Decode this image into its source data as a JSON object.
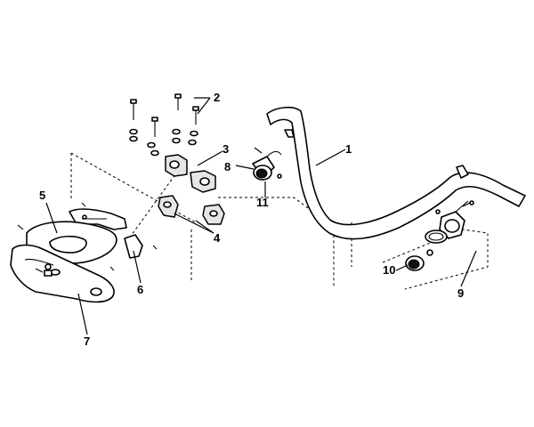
{
  "callouts": {
    "c1": "1",
    "c2": "2",
    "c3": "3",
    "c4": "4",
    "c5": "5",
    "c6": "6",
    "c7": "7",
    "c8": "8",
    "c9": "9",
    "c10": "10",
    "c11": "11"
  },
  "colors": {
    "line": "#000000",
    "background": "#ffffff",
    "shade": "#e6e6e6"
  }
}
